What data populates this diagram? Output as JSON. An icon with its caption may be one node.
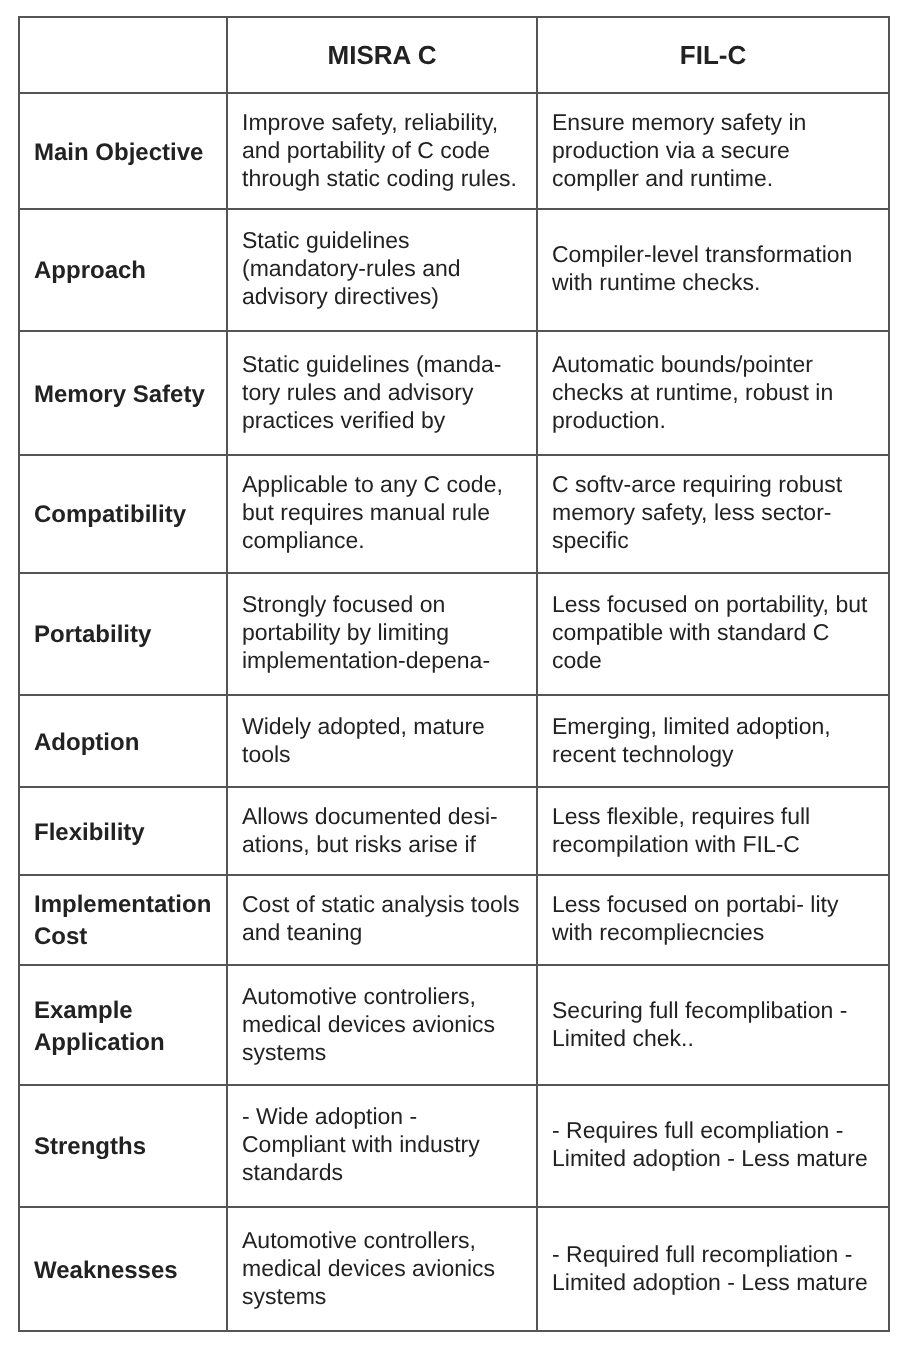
{
  "diagram": {
    "labels": [
      "MISRA C",
      "FIL-C",
      "Main Objective",
      "Improve safety, reliability, and portability of C code through static coding rules.",
      "Ensure memory safety in production via a secure compller and runtime.",
      "Approach",
      "Static guidelines (mandatory-rules and advisory directives)",
      "Compiler-level transformation with runtime checks.",
      "Memory Safety",
      "Static guidelines (manda- tory rules and advisory practices verified by",
      "Automatic bounds/pointer checks at runtime, robust in production.",
      "Compatibility",
      "Applicable to any C code, but requires manual rule compliance.",
      "C softv-arce requiring robust memory safety, less sector-specific",
      "Portability",
      "Strongly focused on portability by limiting implementation-depena-",
      "Less focused on portability, but compatible with standard C code",
      "Adoption",
      "Widely adopted, mature tools",
      "Emerging, limited adoption, recent technology",
      "Flexibility",
      "Allows documented desi- ations, but risks arise if",
      "Less flexible, requires full recompilation with FIL-C",
      "Implementation Cost",
      "Cost of static analysis tools and teaning",
      "Less focused on portabi- lity with recompliecncies",
      "Example Application",
      "Automotive controliers, medical devices avionics systems",
      "Securing full fecomplibation - Limited chek..",
      "Strengths",
      "- Wide adoption - Compliant with industry standards",
      "- Requires full ecompliation - Limited adoption - Less mature",
      "Weaknesses",
      "Automotive controllers, medical devices avionics systems",
      "- Required full recompliation - Limited adoption - Less mature"
    ]
  }
}
